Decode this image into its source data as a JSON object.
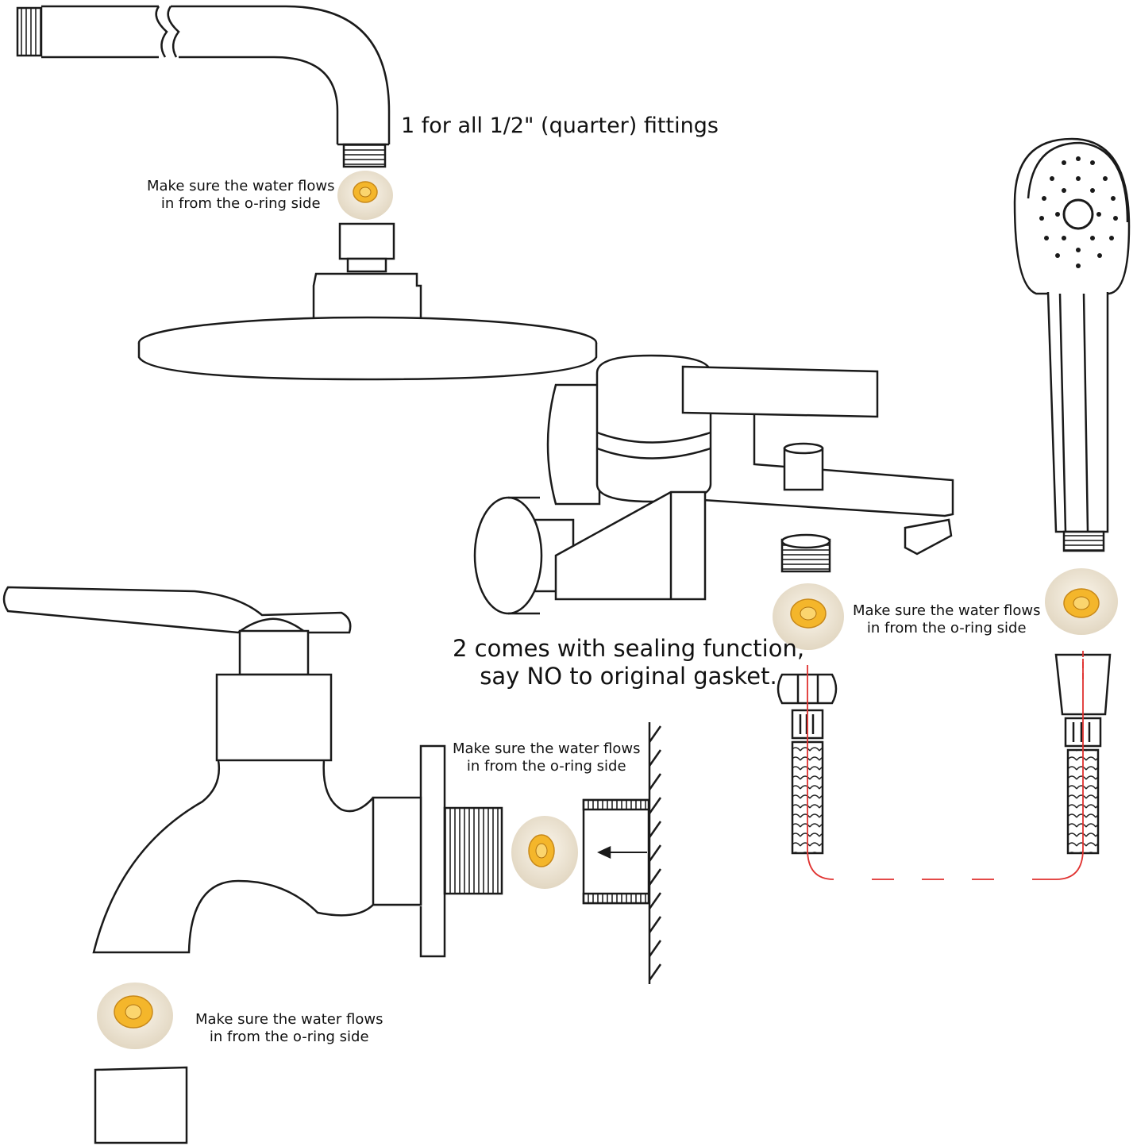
{
  "labels": {
    "fit_all": "1 for all 1/2\" (quarter) fittings",
    "sealing_line1": "2 comes with sealing function,",
    "sealing_line2": "say NO to original gasket.",
    "flow_line1": "Make sure the water flows",
    "flow_line2": "in from the o-ring side"
  },
  "colors": {
    "line": "#1a1a1a",
    "washer_body": "#efe6d6",
    "washer_ring": "#f4b62b",
    "hose_guide": "#e0312f"
  }
}
